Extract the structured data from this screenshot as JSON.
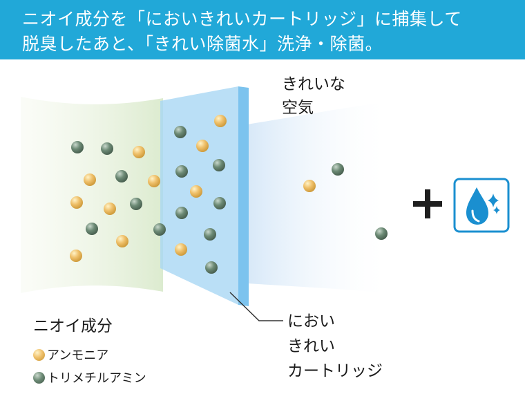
{
  "banner": {
    "line1": "ニオイ成分を「においきれいカートリッジ」に捕集して",
    "line2": "脱臭したあと、「きれい除菌水」洗浄・除菌。",
    "bg_color": "#21a8d8"
  },
  "labels": {
    "clean_air": [
      "きれいな",
      "空気"
    ],
    "cartridge": [
      "におい",
      "きれい",
      "カートリッジ"
    ]
  },
  "legend": {
    "title": "ニオイ成分",
    "items": [
      {
        "label": "アンモニア",
        "color": "#e8b85a"
      },
      {
        "label": "トリメチルアミン",
        "color": "#5f7a68"
      }
    ]
  },
  "icons": {
    "plus": "plus-icon",
    "water": "water-drop-sparkle-icon"
  },
  "colors": {
    "ammonia": "#e8b85a",
    "trimethylamine": "#5f7a68",
    "filter": "#9fd3f2",
    "accent_blue": "#1a8fd0"
  }
}
